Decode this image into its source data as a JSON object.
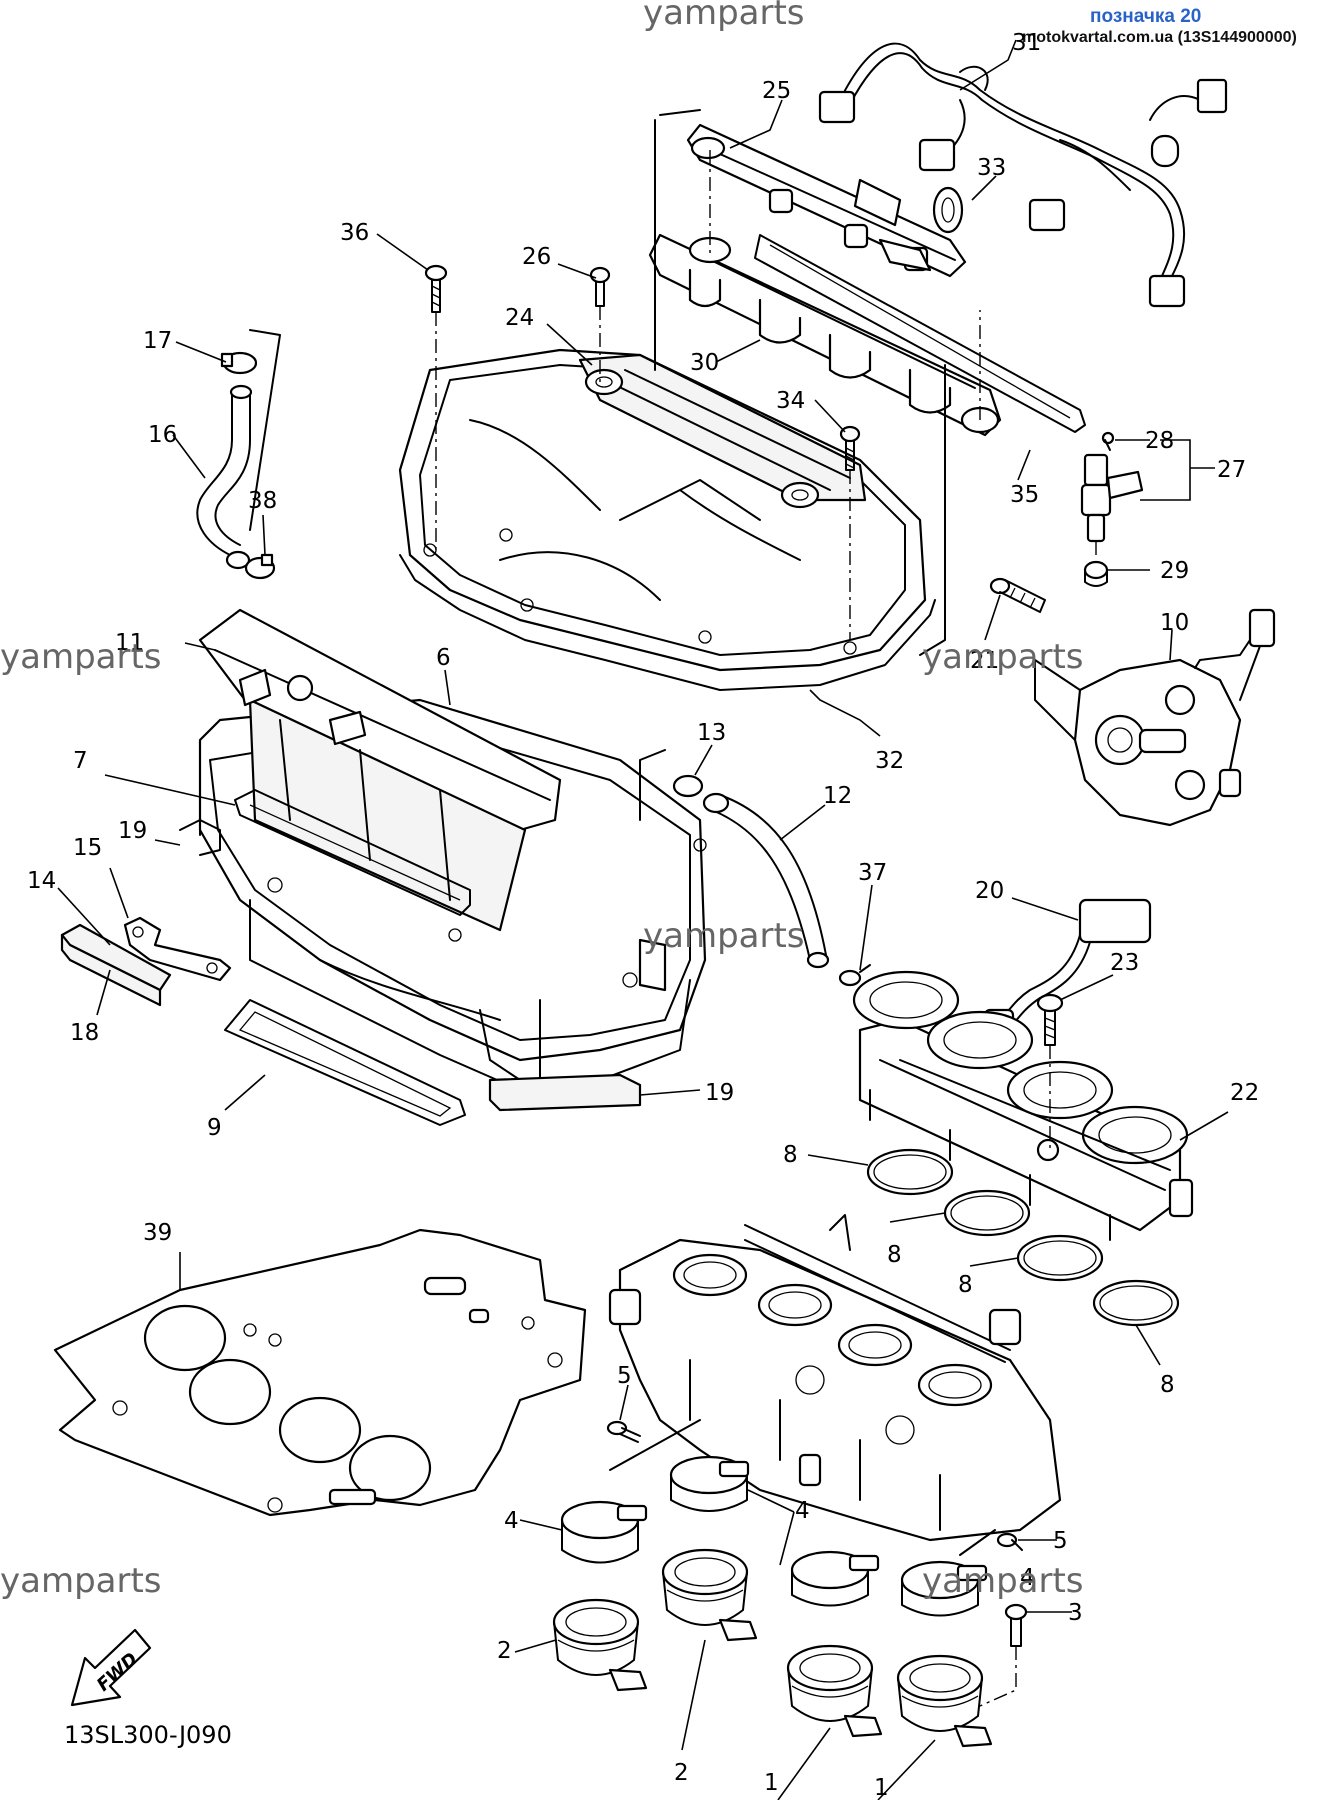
{
  "header": {
    "title": "позначка 20",
    "source": "motokvartal.com.ua (13S144900000)"
  },
  "watermarks": [
    "yamparts",
    "yamparts",
    "yamparts",
    "yamparts",
    "yamparts",
    "yamparts"
  ],
  "drawing_code": "13SL300-J090",
  "fwd_label": "FWD",
  "callouts": [
    "31",
    "25",
    "33",
    "36",
    "26",
    "24",
    "17",
    "30",
    "34",
    "28",
    "27",
    "16",
    "38",
    "35",
    "29",
    "11",
    "10",
    "6",
    "21",
    "13",
    "32",
    "12",
    "7",
    "19",
    "15",
    "14",
    "37",
    "20",
    "23",
    "18",
    "22",
    "19",
    "9",
    "8",
    "39",
    "8",
    "8",
    "8",
    "5",
    "5",
    "4",
    "4",
    "4",
    "3",
    "2",
    "2",
    "1",
    "1"
  ]
}
